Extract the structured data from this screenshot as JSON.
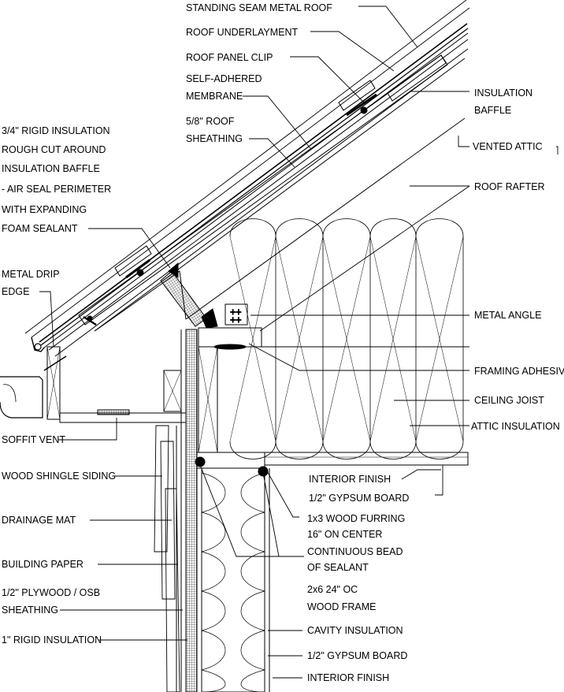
{
  "labels": {
    "standing_seam": "STANDING SEAM METAL ROOF",
    "underlayment": "ROOF UNDERLAYMENT",
    "panel_clip": "ROOF PANEL CLIP",
    "membrane_1": "SELF-ADHERED",
    "membrane_2": "MEMBRANE",
    "sheathing_1": "5/8\" ROOF",
    "sheathing_2": "SHEATHING",
    "rigid_1": "3/4\" RIGID INSULATION",
    "rigid_2": "ROUGH CUT AROUND",
    "rigid_3": "INSULATION BAFFLE",
    "rigid_4": "- AIR SEAL PERIMETER",
    "rigid_5": "WITH EXPANDING",
    "rigid_6": "FOAM SEALANT",
    "drip_1": "METAL DRIP",
    "drip_2": "EDGE",
    "baffle_1": "INSULATION",
    "baffle_2": "BAFFLE",
    "vented_attic": "VENTED ATTIC",
    "roof_rafter": "ROOF RAFTER",
    "metal_angle": "METAL ANGLE",
    "framing_adhesive": "FRAMING ADHESIVE",
    "ceiling_joist": "CEILING JOIST",
    "attic_insulation": "ATTIC INSULATION",
    "soffit_vent": "SOFFIT VENT",
    "shingle_siding": "WOOD SHINGLE SIDING",
    "drainage_mat": "DRAINAGE MAT",
    "building_paper": "BUILDING PAPER",
    "plywood_1": "1/2\" PLYWOOD / OSB",
    "plywood_2": "SHEATHING",
    "rigid_insulation_1in": "1\" RIGID INSULATION",
    "interior_finish_top": "INTERIOR FINISH",
    "gypsum_top": "1/2\" GYPSUM BOARD",
    "furring_1": "1x3 WOOD FURRING",
    "furring_2": "16\" ON CENTER",
    "sealant_1": "CONTINUOUS BEAD",
    "sealant_2": "OF SEALANT",
    "frame_1": "2x6 24\" OC",
    "frame_2": "WOOD FRAME",
    "cavity_insulation": "CAVITY INSULATION",
    "gypsum_bottom": "1/2\" GYPSUM BOARD",
    "interior_finish_bottom": "INTERIOR FINISH"
  }
}
